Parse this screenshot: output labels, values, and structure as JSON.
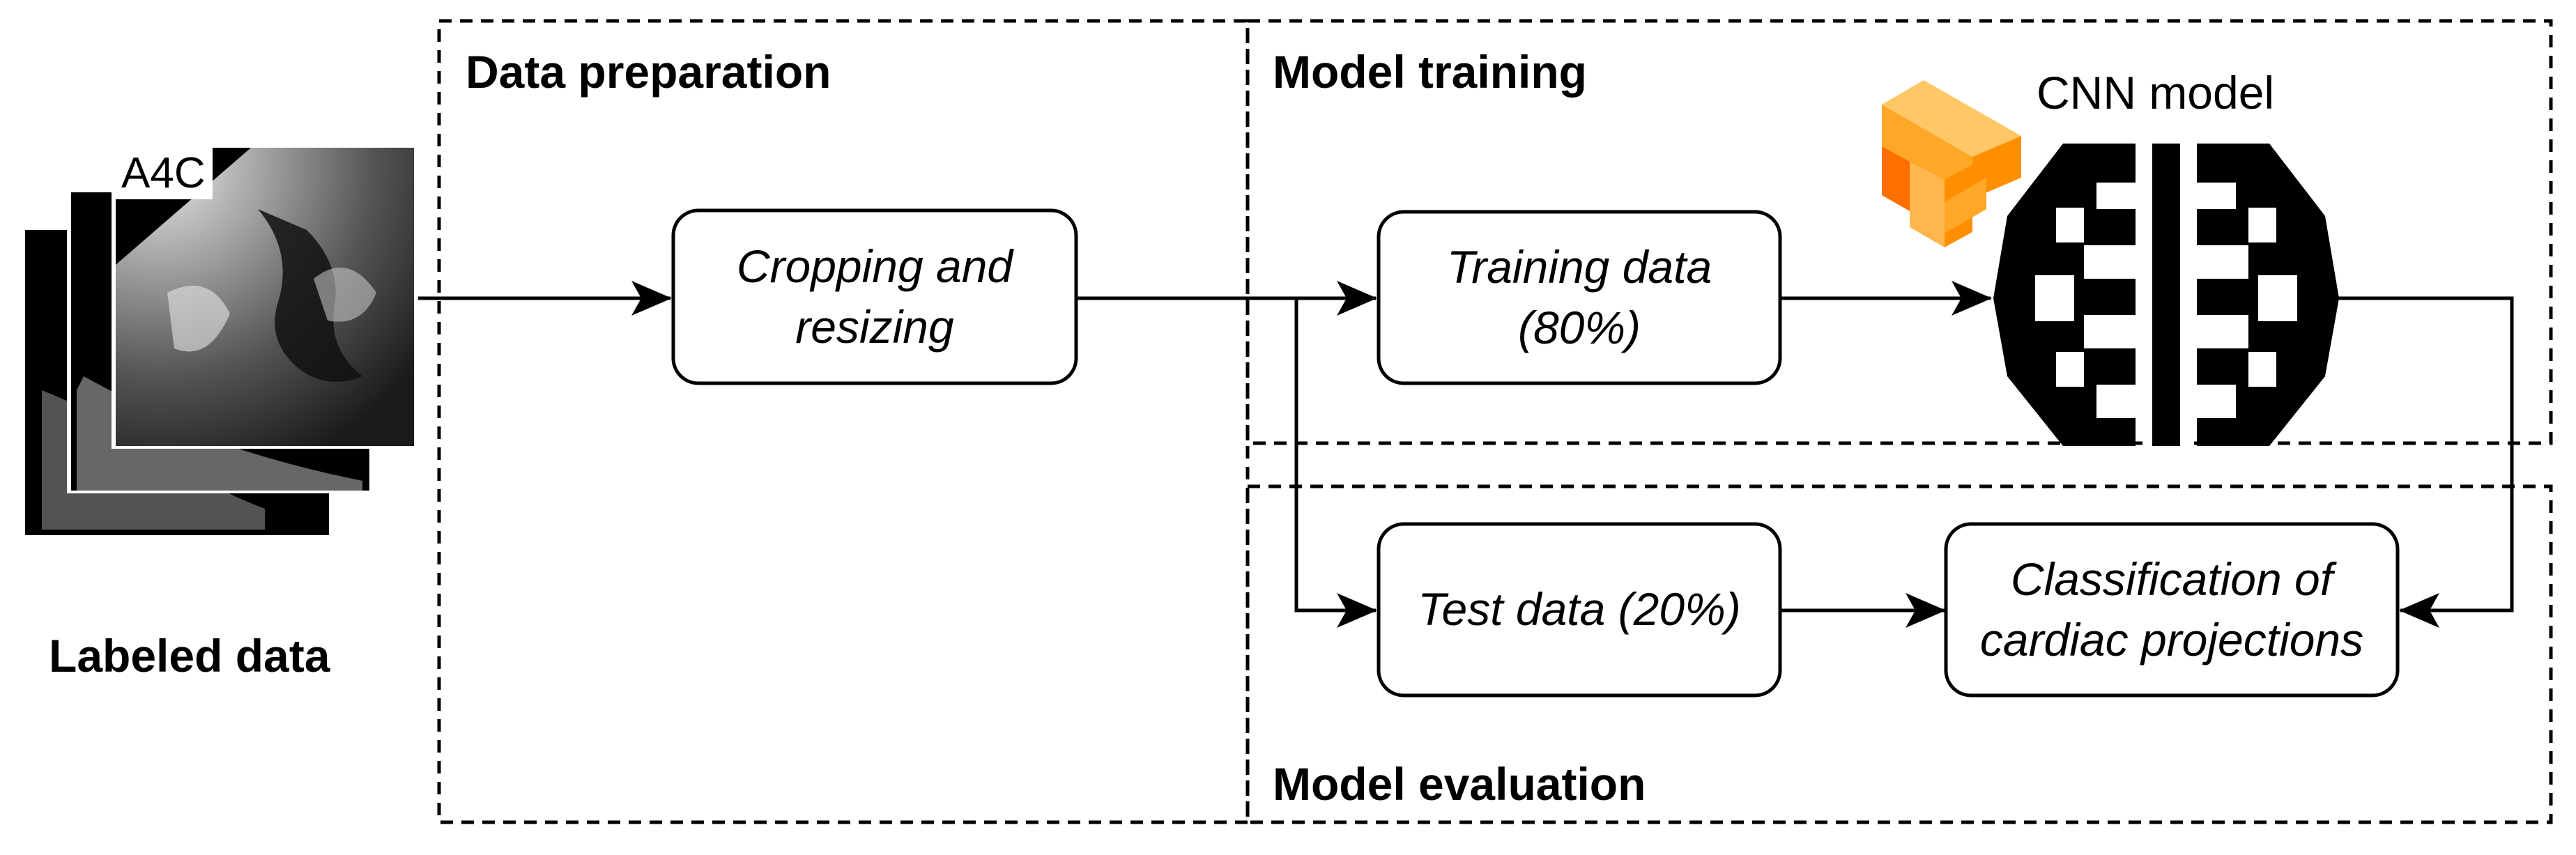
{
  "input": {
    "caption": "Labeled data",
    "frame_tag": "A4C"
  },
  "groups": {
    "preparation": {
      "title": "Data preparation"
    },
    "training": {
      "title": "Model training"
    },
    "evaluation": {
      "title": "Model evaluation"
    }
  },
  "nodes": {
    "cropping": {
      "label": "Cropping and resizing"
    },
    "training_data": {
      "label": "Training data (80%)"
    },
    "test_data": {
      "label": "Test data (20%)"
    },
    "classification": {
      "label": "Classification of cardiac projections"
    },
    "cnn": {
      "label": "CNN model",
      "icon": "brain-network-icon",
      "framework_icon": "tensorflow-logo-icon"
    }
  },
  "colors": {
    "tensorflow_light": "#FFB13B",
    "tensorflow_dark": "#FF6F00",
    "line": "#000000"
  }
}
